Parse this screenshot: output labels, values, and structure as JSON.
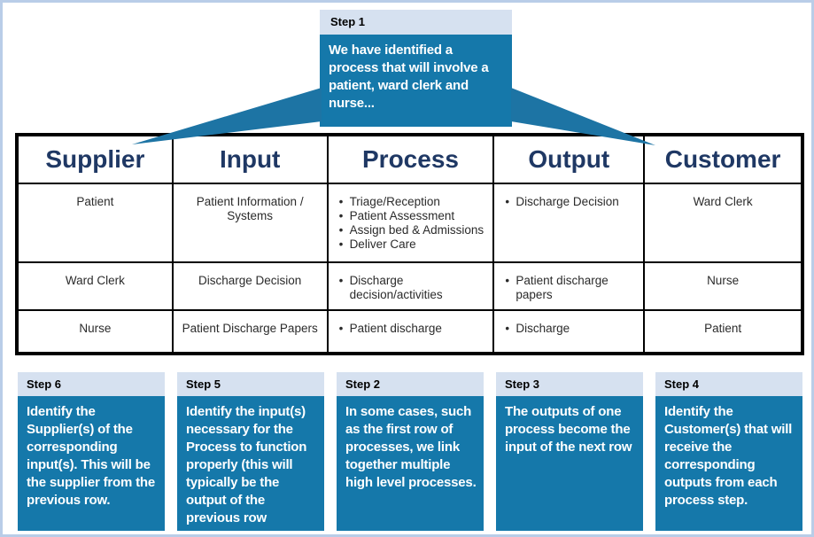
{
  "glyphs": {
    "bullet": "•"
  },
  "colors": {
    "accent_blue": "#1578aa",
    "header_strip_blue": "#d6e1f0",
    "table_header_navy": "#1f3864",
    "page_border_blue": "#b9cde8"
  },
  "callout": {
    "title": "Step 1",
    "body": "We have identified a process that will involve a patient, ward clerk and nurse..."
  },
  "table": {
    "headers": [
      "Supplier",
      "Input",
      "Process",
      "Output",
      "Customer"
    ],
    "rows": [
      {
        "supplier": "Patient",
        "input": "Patient Information / Systems",
        "process_bullets": [
          "Triage/Reception",
          "Patient Assessment",
          "Assign bed & Admissions",
          "Deliver Care"
        ],
        "output_bullets": [
          "Discharge Decision"
        ],
        "customer": "Ward Clerk"
      },
      {
        "supplier": "Ward Clerk",
        "input": "Discharge Decision",
        "process_bullets": [
          "Discharge decision/activities"
        ],
        "output_bullets": [
          "Patient discharge papers"
        ],
        "customer": "Nurse"
      },
      {
        "supplier": "Nurse",
        "input": "Patient Discharge Papers",
        "process_bullets": [
          "Patient discharge"
        ],
        "output_bullets": [
          "Discharge"
        ],
        "customer": "Patient"
      }
    ]
  },
  "steps": [
    {
      "title": "Step 6",
      "body": "Identify the Supplier(s) of the corresponding input(s).  This will be the supplier from the previous row."
    },
    {
      "title": "Step 5",
      "body": "Identify the input(s) necessary for the Process to function properly (this will typically be the output of the previous row"
    },
    {
      "title": "Step 2",
      "body": "In some cases, such as the first row of processes, we link together multiple high level processes."
    },
    {
      "title": "Step 3",
      "body": "The outputs of one process become the input of the next row"
    },
    {
      "title": "Step 4",
      "body": "Identify the Customer(s) that will receive the corresponding outputs from each process step."
    }
  ]
}
